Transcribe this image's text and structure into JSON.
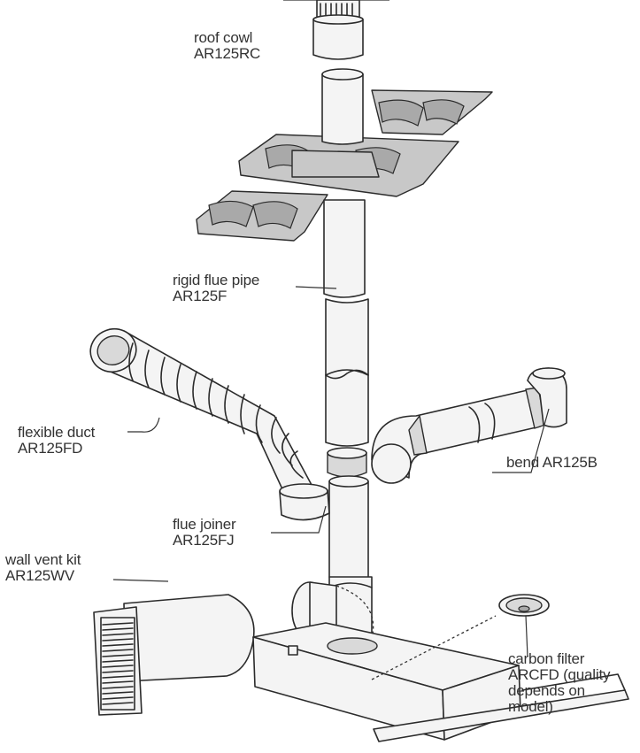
{
  "labels": {
    "roof_cowl": {
      "name": "roof cowl",
      "code": "AR125RC"
    },
    "rigid_flue_pipe": {
      "name": "rigid flue pipe",
      "code": "AR125F"
    },
    "flexible_duct": {
      "name": "flexible duct",
      "code": "AR125FD"
    },
    "bend": {
      "name": "bend AR125B"
    },
    "flue_joiner": {
      "name": "flue joiner",
      "code": "AR125FJ"
    },
    "wall_vent_kit": {
      "name": "wall vent kit",
      "code": "AR125WV"
    },
    "carbon_filter": {
      "line1": "carbon filter",
      "line2": "ARCFD (quality",
      "line3": "depends on",
      "line4": "model)"
    }
  },
  "colors": {
    "line": "#2b2b2b",
    "tile": "#c8c8c8",
    "pipe": "#f4f4f4"
  }
}
